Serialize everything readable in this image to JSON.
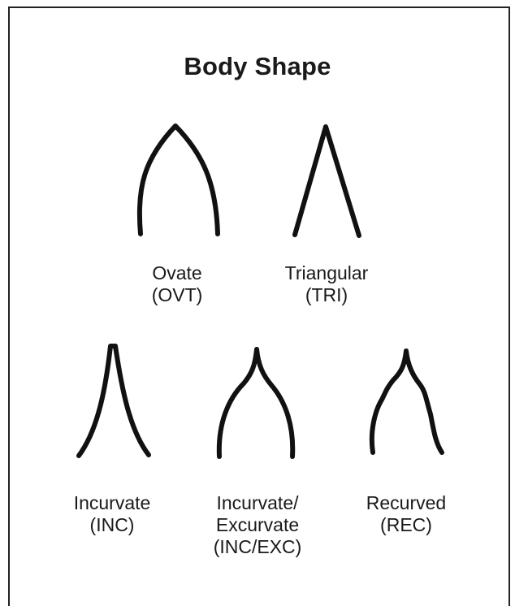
{
  "title": "Body Shape",
  "shapes": [
    {
      "name": "Ovate",
      "code": "(OVT)"
    },
    {
      "name": "Triangular",
      "code": "(TRI)"
    },
    {
      "name": "Incurvate",
      "code": "(INC)"
    },
    {
      "name": "Incurvate/",
      "name2": "Excurvate",
      "code": "(INC/EXC)"
    },
    {
      "name": "Recurved",
      "code": "(REC)"
    }
  ]
}
